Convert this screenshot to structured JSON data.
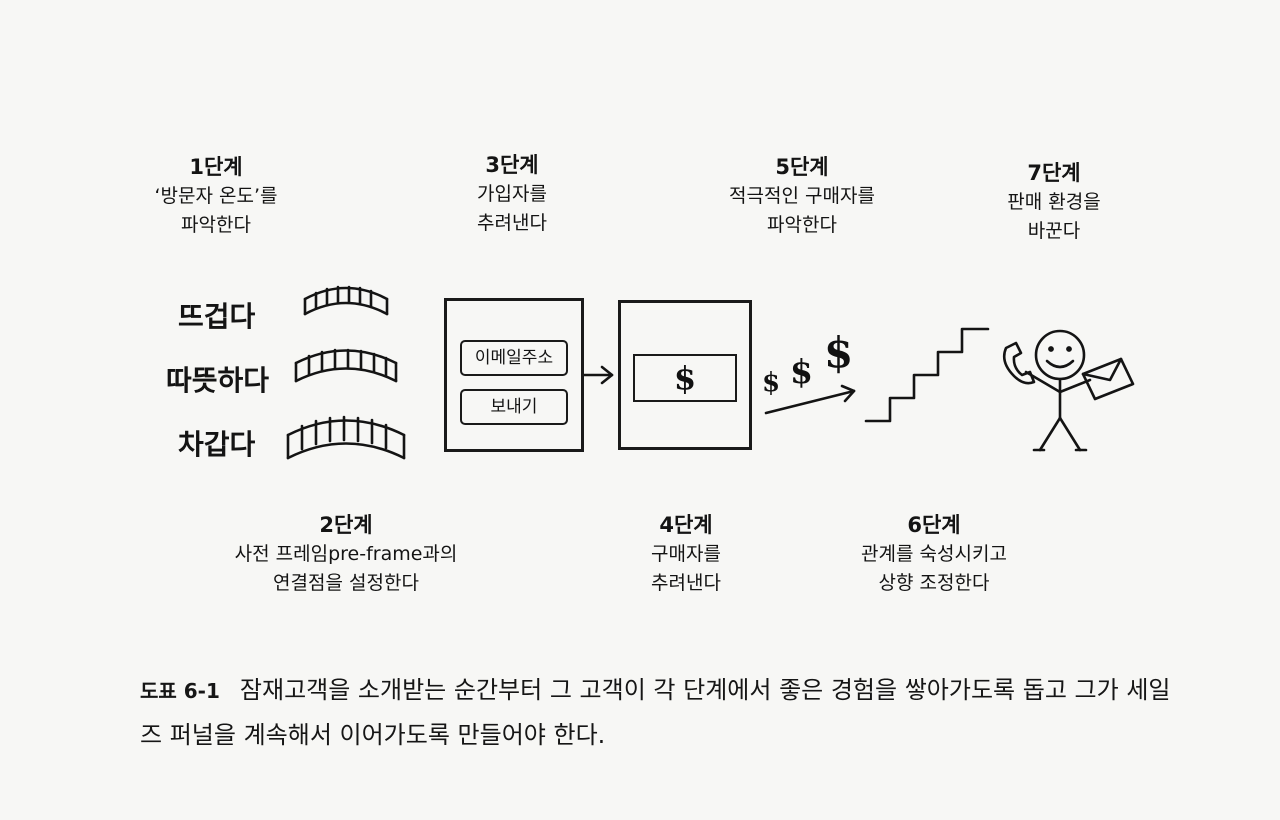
{
  "steps": {
    "s1": {
      "label": "1단계",
      "lines": [
        "‘방문자 온도’를",
        "파악한다"
      ]
    },
    "s2": {
      "label": "2단계",
      "lines": [
        "사전 프레임pre-frame과의",
        "연결점을 설정한다"
      ]
    },
    "s3": {
      "label": "3단계",
      "lines": [
        "가입자를",
        "추려낸다"
      ]
    },
    "s4": {
      "label": "4단계",
      "lines": [
        "구매자를",
        "추려낸다"
      ]
    },
    "s5": {
      "label": "5단계",
      "lines": [
        "적극적인 구매자를",
        "파악한다"
      ]
    },
    "s6": {
      "label": "6단계",
      "lines": [
        "관계를 숙성시키고",
        "상향 조정한다"
      ]
    },
    "s7": {
      "label": "7단계",
      "lines": [
        "판매 환경을",
        "바꾼다"
      ]
    }
  },
  "temperature": [
    "뜨겁다",
    "따뜻하다",
    "차갑다"
  ],
  "signup_form": {
    "email_label": "이메일주소",
    "submit_label": "보내기"
  },
  "purchase_symbol": "$",
  "dollar_signs": [
    "$",
    "$",
    "$"
  ],
  "caption": {
    "label": "도표 6-1",
    "text": "잠재고객을 소개받는 순간부터 그 고객이 각 단계에서 좋은 경험을 쌓아가도록 돕고 그가 세일즈 퍼널을 계속해서 이어가도록 만들어야 한다."
  }
}
